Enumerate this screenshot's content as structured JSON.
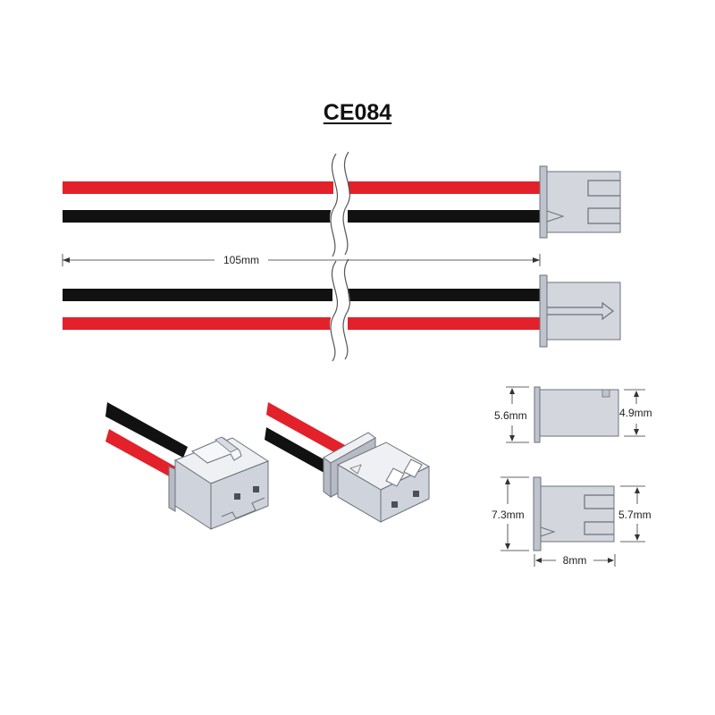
{
  "title": "CE084",
  "colors": {
    "red_wire": "#e3212b",
    "black_wire": "#111111",
    "connector_body": "#d3d6dd",
    "connector_outline": "#6c717c"
  },
  "dimensions": {
    "overall_length": "105mm",
    "housing_height_top": "5.6mm",
    "inner_height_top": "4.9mm",
    "housing_height_bottom": "7.3mm",
    "inner_height_bottom": "5.7mm",
    "depth": "8mm"
  }
}
